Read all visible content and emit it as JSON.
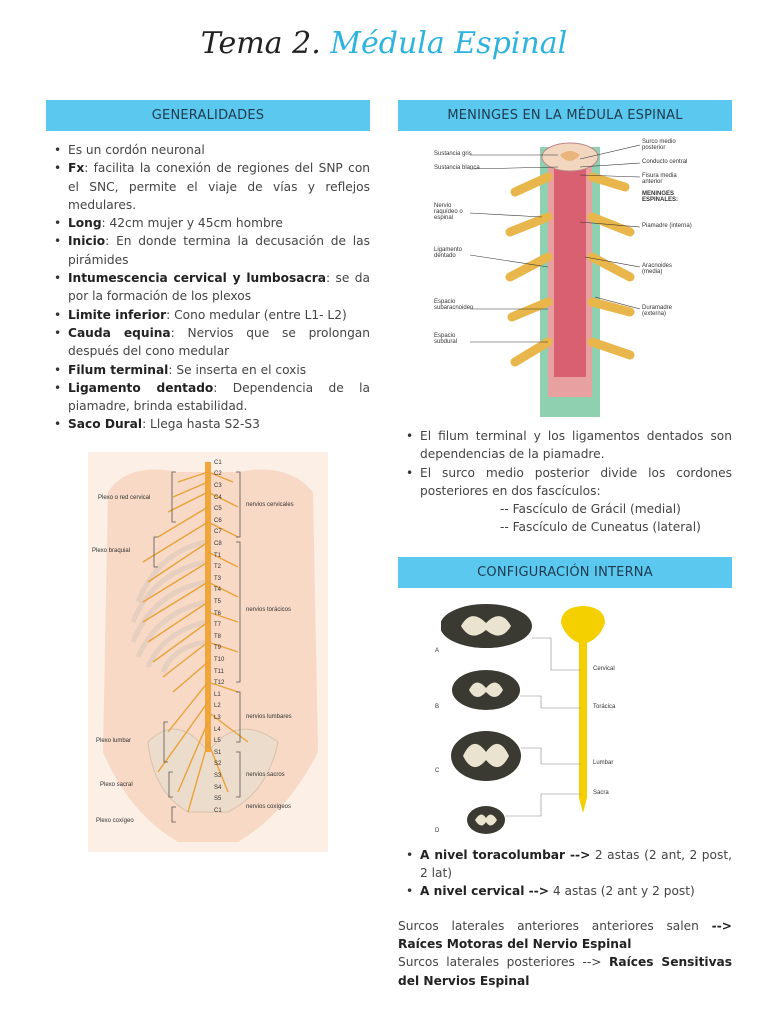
{
  "title": {
    "prefix": "Tema 2.",
    "accent": "Médula Espinal"
  },
  "generalidades": {
    "header": "GENERALIDADES",
    "items": [
      {
        "label": "",
        "text": "Es un cordón neuronal"
      },
      {
        "label": "Fx",
        "text": ": facilita la conexión de regiones del SNP con el SNC, permite el viaje de vías y reflejos medulares."
      },
      {
        "label": "Long",
        "text": ": 42cm mujer y 45cm hombre"
      },
      {
        "label": "Inicio",
        "text": ": En donde termina la decusación de las pirámides"
      },
      {
        "label": "Intumescencia cervical y lumbosacra",
        "text": ": se da por la formación de los plexos"
      },
      {
        "label": "Limite inferior",
        "text": ": Cono medular (entre L1- L2)"
      },
      {
        "label": "Cauda equina",
        "text": ": Nervios que se prolongan después del cono medular"
      },
      {
        "label": "Filum terminal",
        "text": ": Se inserta en el coxis"
      },
      {
        "label": "Ligamento dentado",
        "text": ": Dependencia de la piamadre, brinda estabilidad."
      },
      {
        "label": "Saco Dural",
        "text": ": Llega hasta S2-S3"
      }
    ]
  },
  "spine_figure": {
    "left_labels": [
      "Plexo o red cervical",
      "Plexo braquial",
      "Plexo lumbar",
      "Plexo sacral",
      "Plexo coxígeo"
    ],
    "vertebrae": [
      "C1",
      "C2",
      "C3",
      "C4",
      "C5",
      "C6",
      "C7",
      "C8",
      "T1",
      "T2",
      "T3",
      "T4",
      "T5",
      "T6",
      "T7",
      "T8",
      "T9",
      "T10",
      "T11",
      "T12",
      "L1",
      "L2",
      "L3",
      "L4",
      "L5",
      "S1",
      "S2",
      "S3",
      "S4",
      "S5",
      "C1"
    ],
    "right_labels": [
      "nervios cervicales",
      "nervios torácicos",
      "nervios lumbares",
      "nervios sacros",
      "nervios coxígeos"
    ]
  },
  "meninges": {
    "header": "MENINGES EN LA MÉDULA ESPINAL",
    "figure_labels_left": [
      "Sustancia gris",
      "Sustancia blanca",
      "Nervio raquídeo o espinal",
      "Ligamento dentado",
      "Espacio subaracnoideo",
      "Espacio subdural"
    ],
    "figure_labels_right": [
      "Surco medio posterior",
      "Conducto central",
      "Fisura media anterior",
      "MENINGES ESPINALES:",
      "Piamadre (interna)",
      "Aracnoides (media)",
      "Duramadre (externa)"
    ],
    "items": [
      "El filum terminal y los ligamentos dentados son dependencias de la piamadre.",
      "El surco medio posterior divide los cordones posteriores en dos fascículos:"
    ],
    "sub_items": [
      "-- Fascículo de Grácil (medial)",
      "-- Fascículo de Cuneatus (lateral)"
    ]
  },
  "configuracion": {
    "header": "CONFIGURACIÓN INTERNA",
    "figure_labels": [
      "A",
      "B",
      "C",
      "D",
      "Cervical",
      "Torácica",
      "Lumbar",
      "Sacra"
    ],
    "items": [
      {
        "label": "A nivel toracolumbar -->",
        "text": " 2 astas (2 ant, 2 post, 2 lat)"
      },
      {
        "label": "A nivel cervical -->",
        "text": " 4 astas (2 ant y 2 post)"
      }
    ],
    "para1": {
      "text": "Surcos laterales anteriores anteriores salen ",
      "bold": "--> Raíces Motoras del Nervio Espinal"
    },
    "para2": {
      "text": "Surcos laterales posteriores --> ",
      "bold": "Raíces Sensitivas del Nervios Espinal"
    }
  },
  "colors": {
    "accent": "#2eb3e0",
    "header_bg": "#5bc8f0",
    "nerve": "#e8a23a",
    "spinal_cord_yellow": "#f5d000"
  }
}
